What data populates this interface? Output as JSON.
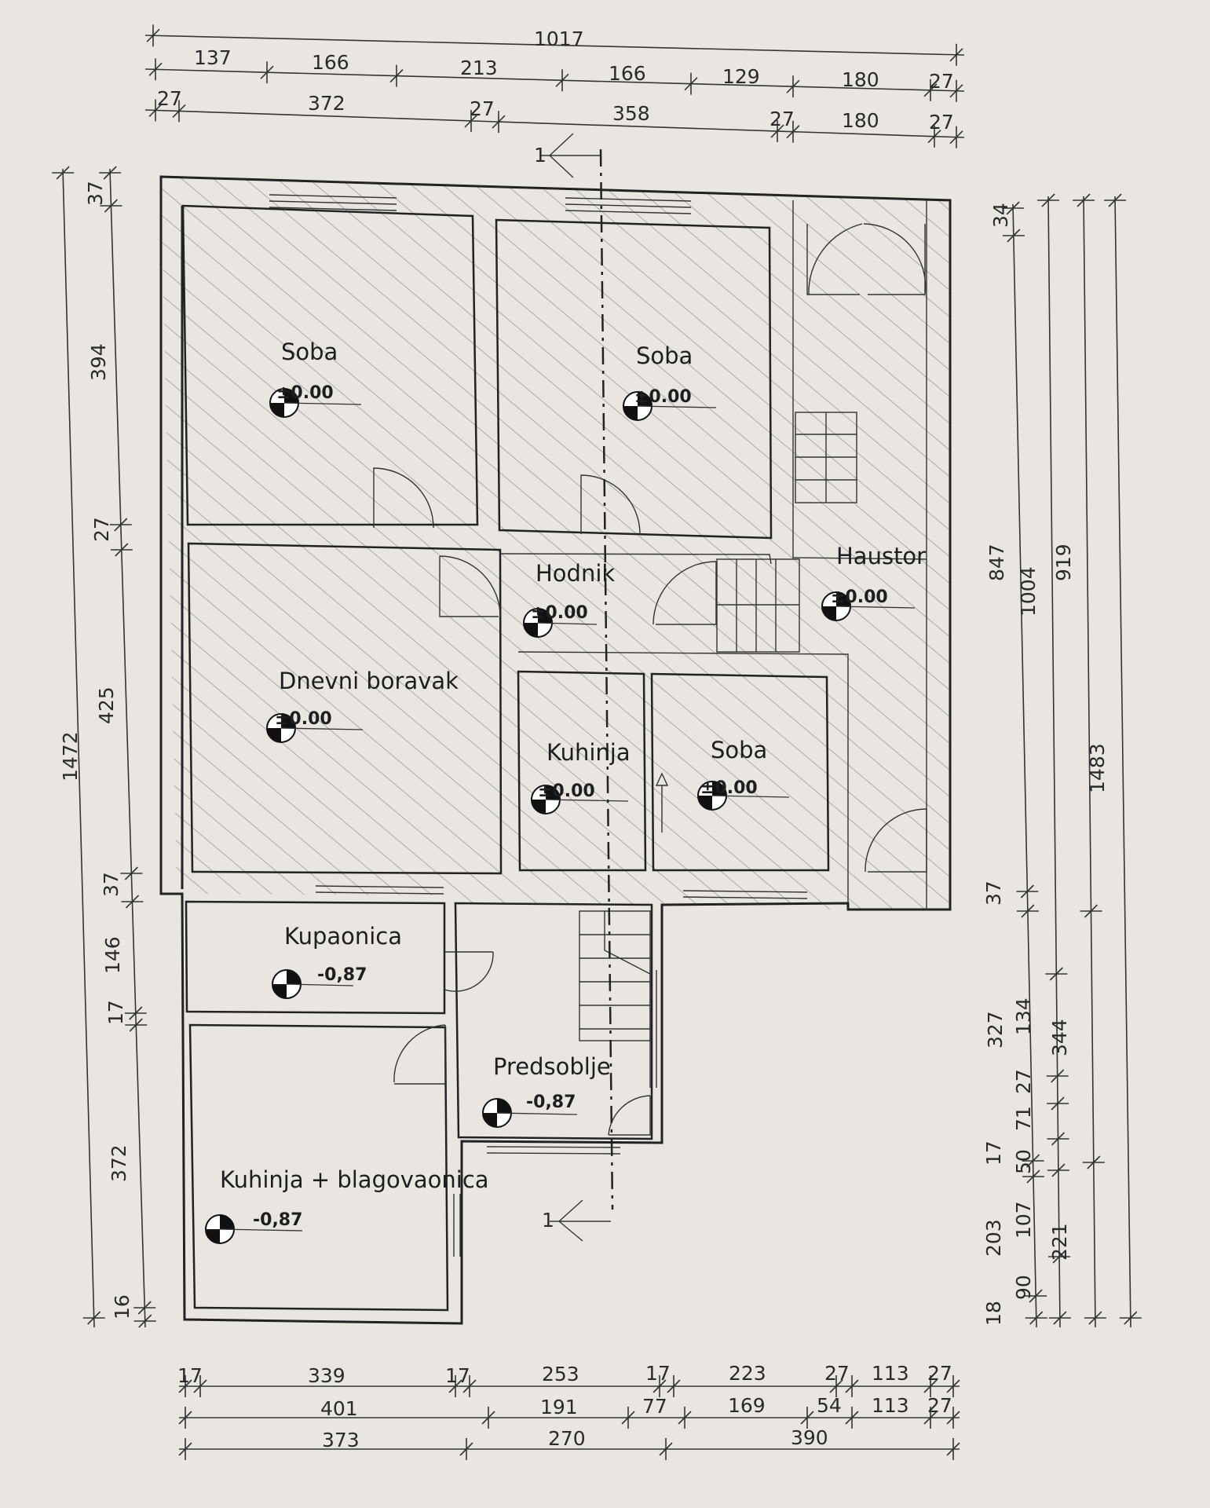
{
  "top_dims": {
    "overall": "1017",
    "row2": [
      "137",
      "166",
      "213",
      "166",
      "129",
      "180",
      "27"
    ],
    "row3": [
      "27",
      "372",
      "27",
      "358",
      "27",
      "180",
      "27"
    ]
  },
  "bottom_dims": {
    "row1": [
      "17",
      "339",
      "17",
      "253",
      "17",
      "223",
      "27",
      "113",
      "27"
    ],
    "row2": [
      "401",
      "191",
      "77",
      "169",
      "54",
      "113",
      "27"
    ],
    "row3": [
      "373",
      "270",
      "390"
    ]
  },
  "left_dims": {
    "overall": "1472",
    "segments": [
      "37",
      "394",
      "27",
      "425",
      "37",
      "146",
      "17",
      "372",
      "16"
    ]
  },
  "right_dims": {
    "col1": [
      "34",
      "847",
      "37",
      "327",
      "17",
      "203",
      "18"
    ],
    "col2": [
      "1004",
      "134",
      "27",
      "71",
      "50",
      "107",
      "90"
    ],
    "col3": [
      "919",
      "344",
      "221"
    ],
    "col4": [
      "1483"
    ]
  },
  "rooms": {
    "soba_1": "Soba",
    "soba_2": "Soba",
    "dnevni": "Dnevni boravak",
    "hodnik": "Hodnik",
    "haustor": "Haustor",
    "kuhinja": "Kuhinja",
    "soba_3": "Soba",
    "kupaonica": "Kupaonica",
    "predsoblje": "Predsoblje",
    "kuhinja_blag": "Kuhinja + blagovaonica"
  },
  "levels": {
    "soba_1": "±0.00",
    "soba_2": "±0.00",
    "dnevni": "±0.00",
    "hodnik": "±0.00",
    "haustor": "±0.00",
    "kuhinja": "±0.00",
    "soba_3": "±0.00",
    "kupaonica": "-0,87",
    "predsoblje": "-0,87",
    "kuhinja_blag": "-0,87"
  },
  "section_marks": {
    "top": "1",
    "bottom": "1"
  },
  "colors": {
    "paper": "#e9e6e1",
    "ink": "#222222",
    "hatch": "#8a8a8a"
  }
}
